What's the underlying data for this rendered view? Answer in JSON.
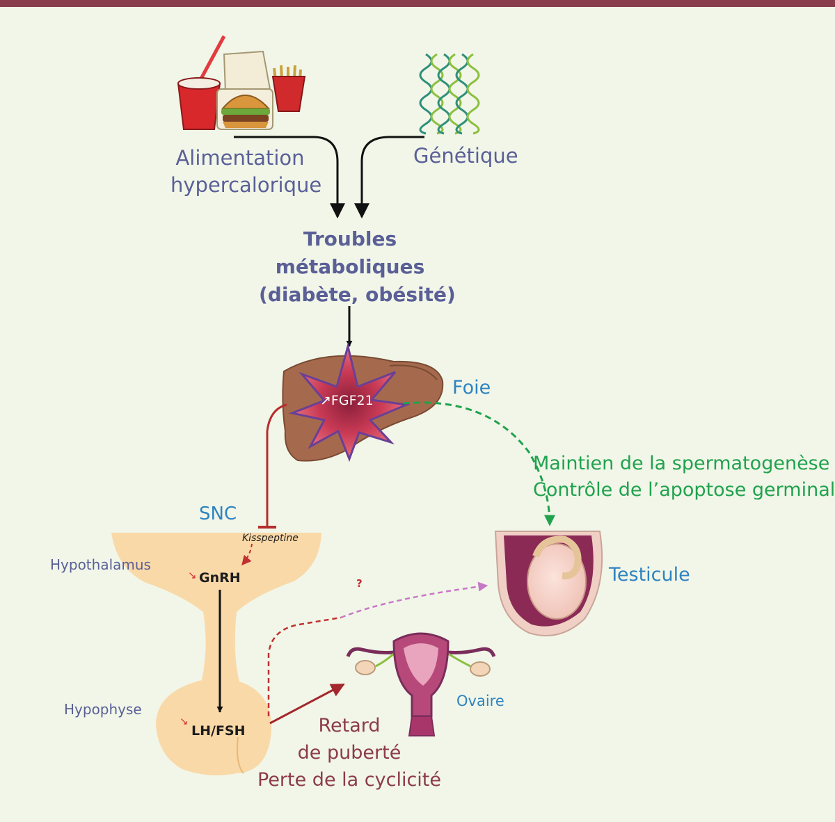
{
  "labels": {
    "alimentation": [
      "Alimentation",
      "hypercalorique"
    ],
    "genetique": "Génétique",
    "troubles": [
      "Troubles",
      "métaboliques",
      "(diabète, obésité)"
    ],
    "fgf21": "↗FGF21",
    "foie": "Foie",
    "maintien": [
      "Maintien de la spermatogenèse",
      "Contrôle de l’apoptose germinale"
    ],
    "snc": "SNC",
    "kisspeptine": "Kisspeptine",
    "hypothalamus": "Hypothalamus",
    "gnrh_arrow": "↘",
    "gnrh": "GnRH",
    "question": "?",
    "testicule": "Testicule",
    "hypophyse": "Hypophyse",
    "lhfsh_arrow": "↘",
    "lhfsh": "LH/FSH",
    "ovaire": "Ovaire",
    "retard": [
      "Retard",
      "de puberté",
      "Perte de la cyclicité"
    ]
  },
  "colors": {
    "top_bar": "#8a3e4d",
    "background": "#f1f6e8",
    "violet_text": "#5a5f97",
    "blue_text": "#2f83c0",
    "green": "#20a24e",
    "wine": "#8c3b4b",
    "inhibition_red": "#b62d2d",
    "question_pink": "#c877c7",
    "liver": "#a56a4d",
    "brain": "#fad9a8"
  },
  "icons": [
    "fast-food-icon",
    "dna-helix-icon",
    "liver-icon",
    "burst-icon",
    "testicle-icon",
    "uterus-ovary-icon",
    "hypothalamus-pituitary-icon"
  ]
}
